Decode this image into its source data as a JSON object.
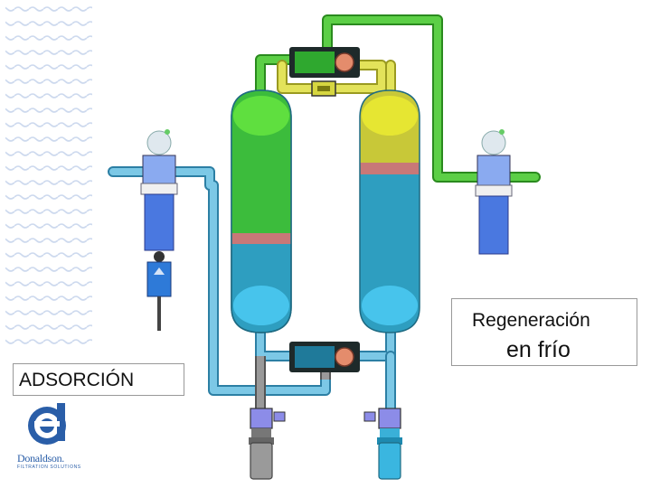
{
  "labels": {
    "adsorption": "ADSORCIÓN",
    "regeneration_line1": "Regeneración",
    "regeneration_line2": "en frío"
  },
  "logo": {
    "name": "Donaldson.",
    "tagline": "FILTRATION SOLUTIONS"
  },
  "colors": {
    "pipe_blue": "#5bb8dc",
    "pipe_green": "#44bb33",
    "pipe_yellow": "#d8d84a",
    "tower_green": "#3cbc3c",
    "tower_yellow": "#c8c838",
    "tower_blue": "#2e9ec0",
    "band_red": "#c87878",
    "filter_blue": "#4a78e0",
    "brand_blue": "#2a5ea8"
  }
}
